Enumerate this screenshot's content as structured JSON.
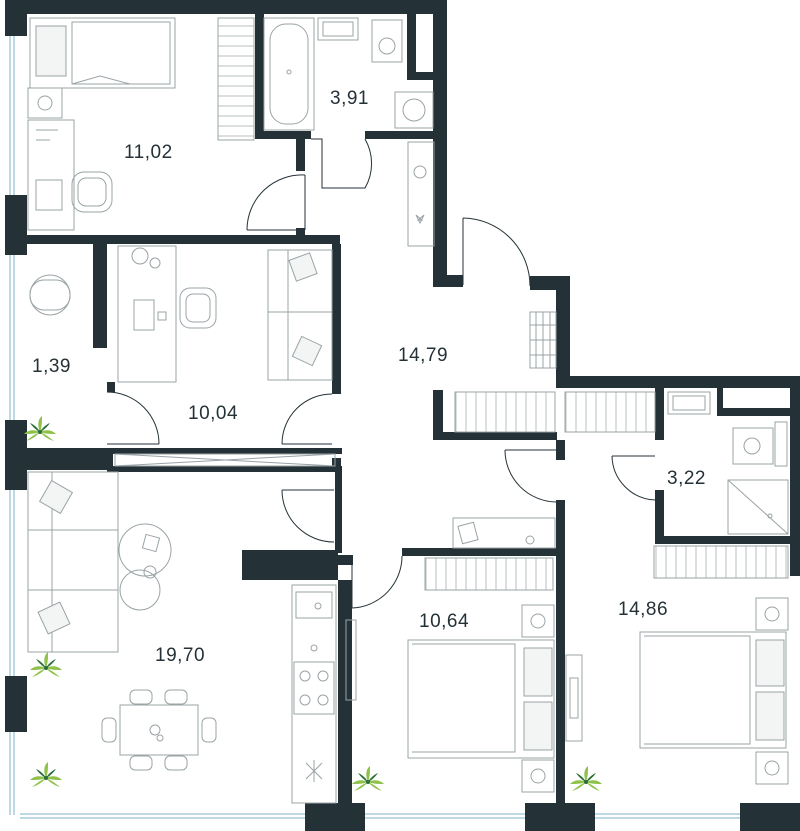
{
  "floorplan": {
    "rooms": [
      {
        "id": "bedroom-top-left",
        "area": "11,02",
        "kind": "bedroom"
      },
      {
        "id": "bathroom-top",
        "area": "3,91",
        "kind": "bathroom"
      },
      {
        "id": "balcony-left",
        "area": "1,39",
        "kind": "balcony"
      },
      {
        "id": "office",
        "area": "10,04",
        "kind": "study"
      },
      {
        "id": "hall",
        "area": "14,79",
        "kind": "hallway"
      },
      {
        "id": "bathroom-right",
        "area": "3,22",
        "kind": "bathroom"
      },
      {
        "id": "living-kitchen",
        "area": "19,70",
        "kind": "living-kitchen"
      },
      {
        "id": "bedroom-middle",
        "area": "10,64",
        "kind": "bedroom"
      },
      {
        "id": "bedroom-right",
        "area": "14,86",
        "kind": "bedroom"
      }
    ],
    "colors": {
      "wall": "#243237",
      "furniture": "#9aa3a6",
      "window": "#7fb3c9",
      "plant": "#8fc24a"
    },
    "icons": [
      "bed-icon",
      "bathtub-icon",
      "toilet-icon",
      "sink-icon",
      "armchair-icon",
      "desk-icon",
      "sofa-icon",
      "dining-table-icon",
      "stove-icon",
      "wardrobe-icon",
      "shower-icon",
      "plant-icon",
      "door-swing-icon",
      "window-icon"
    ]
  }
}
